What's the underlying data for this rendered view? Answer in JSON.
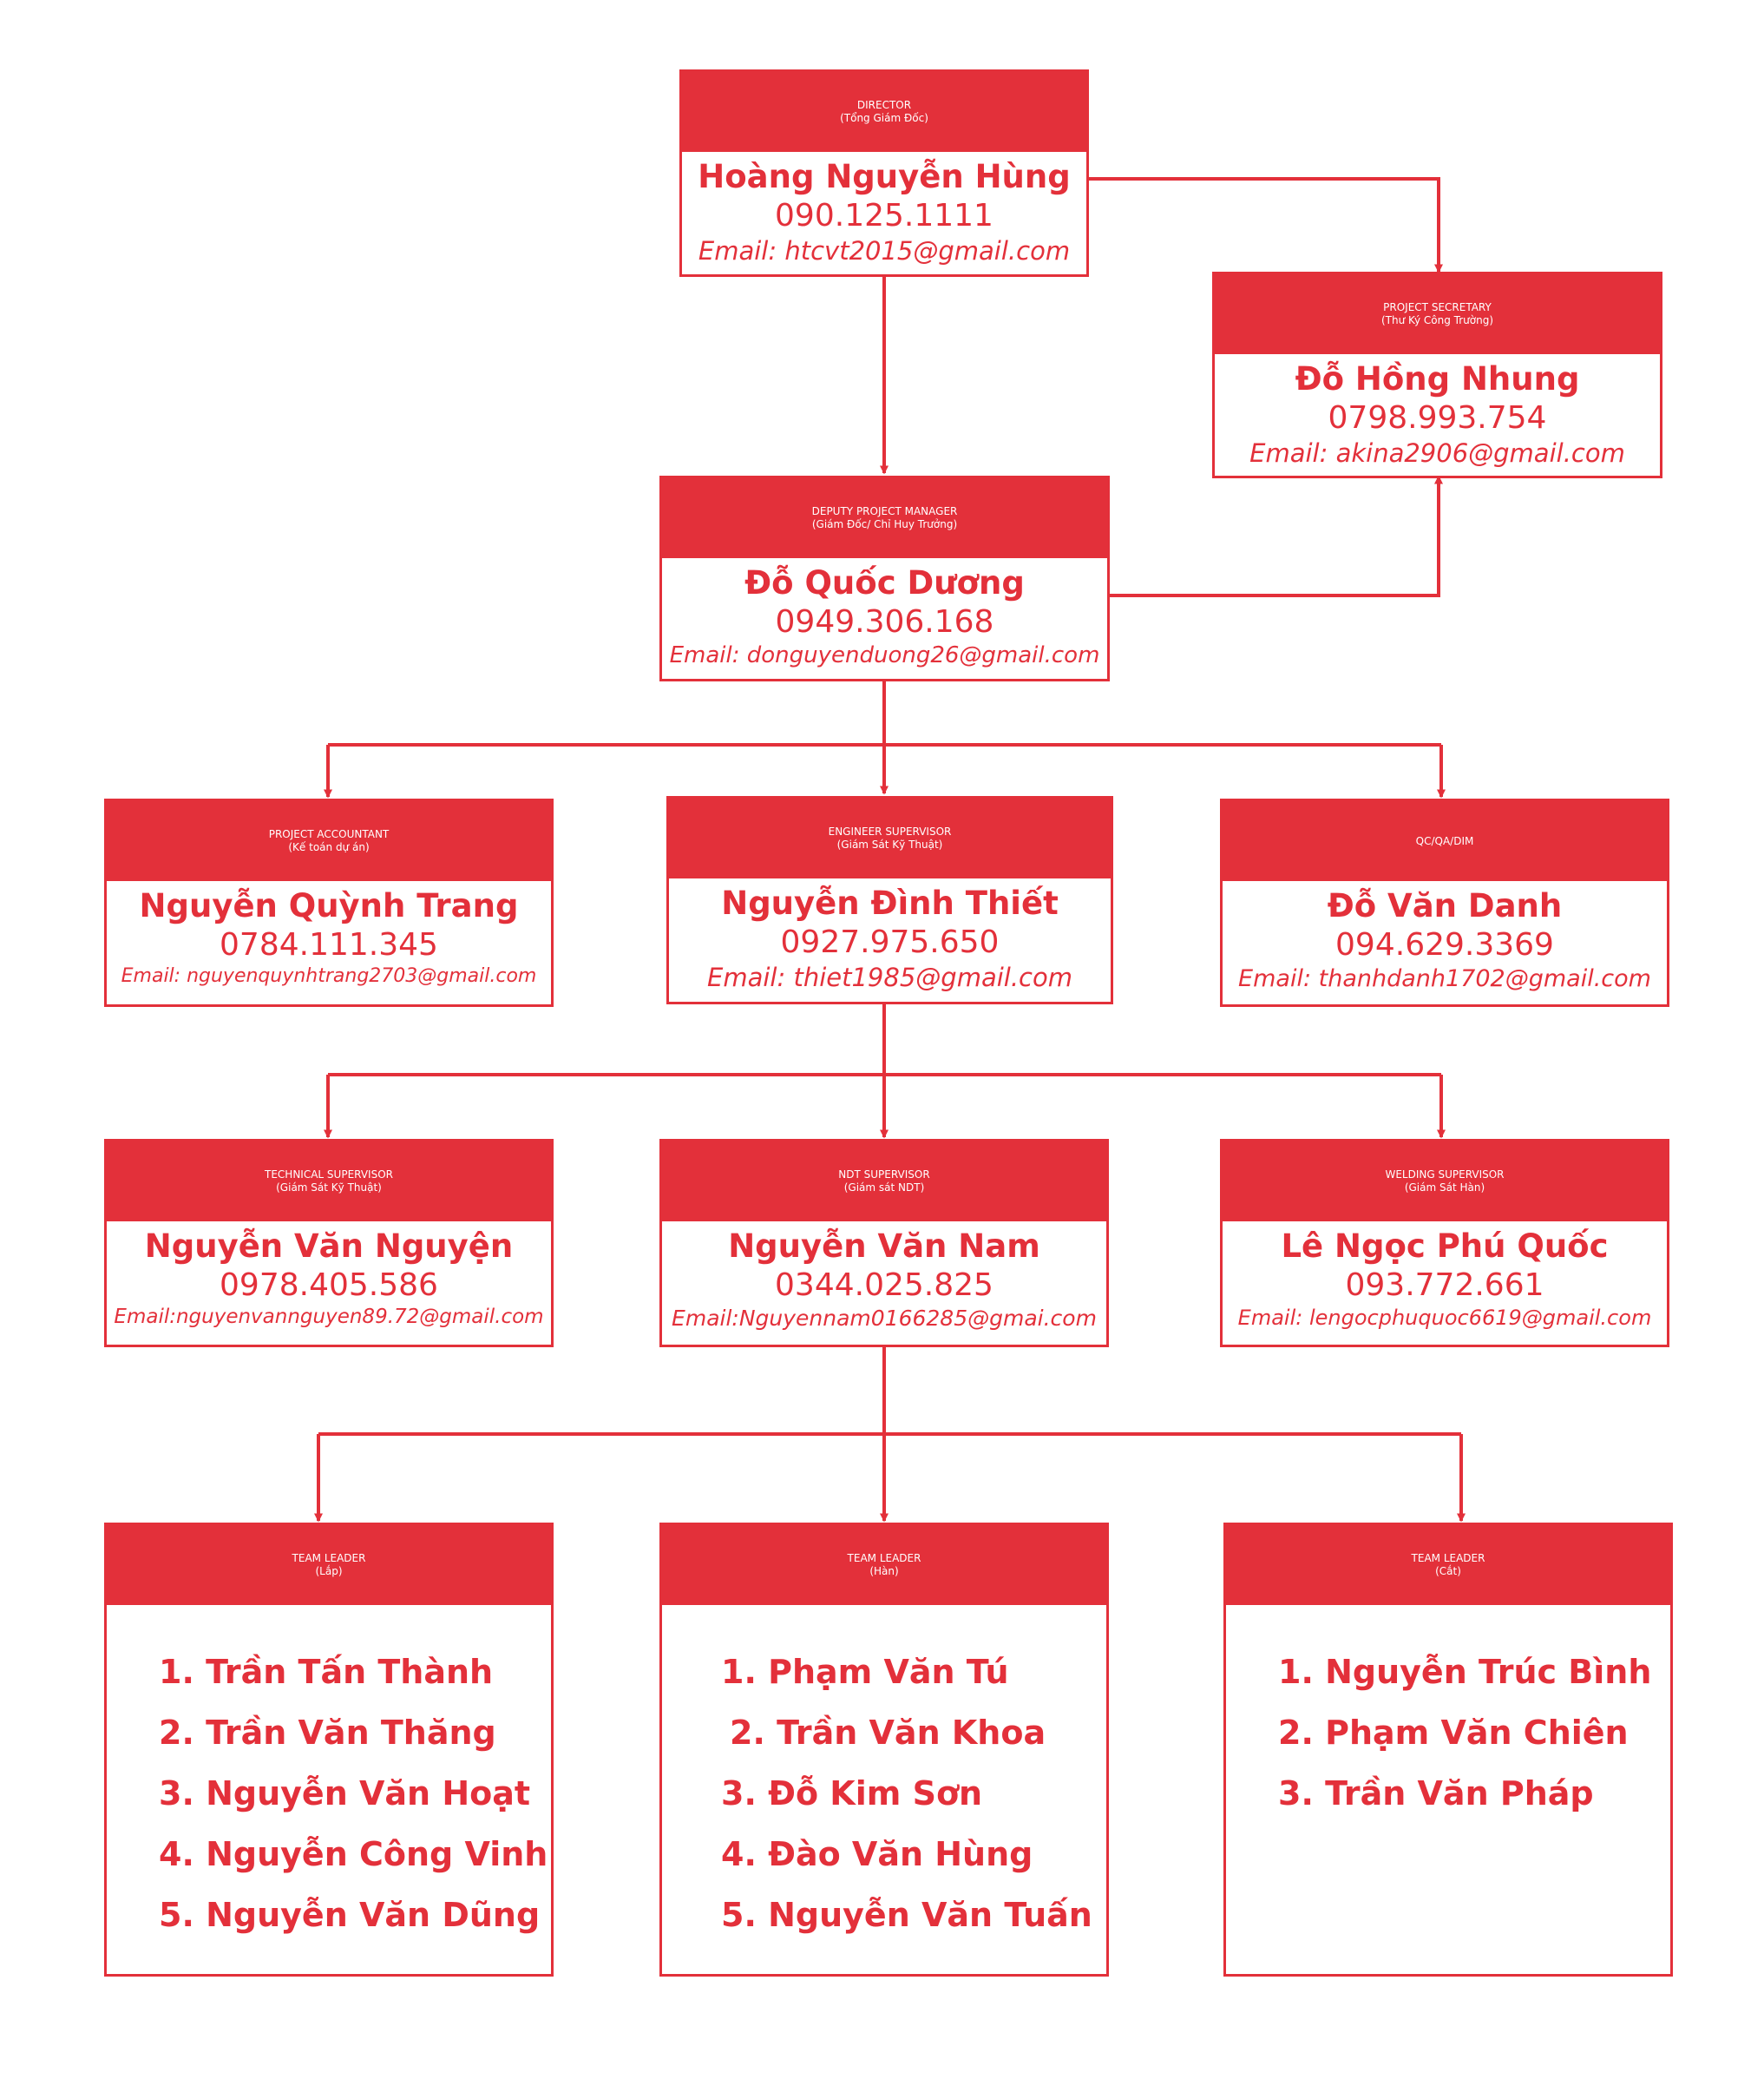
{
  "colors": {
    "accent": "#e3303a",
    "header_text": "#ffffff"
  },
  "director": {
    "title": "DIRECTOR",
    "subtitle": "(Tổng Giám Đốc)",
    "name": "Hoàng Nguyễn Hùng",
    "phone": "090.125.1111",
    "email": "Email: htcvt2015@gmail.com"
  },
  "secretary": {
    "title": "PROJECT SECRETARY",
    "subtitle": "(Thư Ký Công Trường)",
    "name": "Đỗ Hồng Nhung",
    "phone": "0798.993.754",
    "email": "Email: akina2906@gmail.com"
  },
  "deputy": {
    "title": "DEPUTY PROJECT MANAGER",
    "subtitle": "(Giám Đốc/ Chỉ Huy Trưởng)",
    "name": "Đỗ Quốc Dương",
    "phone": "0949.306.168",
    "email": "Email: donguyenduong26@gmail.com"
  },
  "accountant": {
    "title": "PROJECT ACCOUNTANT",
    "subtitle": "(Kế toán dự án)",
    "name": "Nguyễn Quỳnh Trang",
    "phone": "0784.111.345",
    "email": "Email: nguyenquynhtrang2703@gmail.com"
  },
  "engineer": {
    "title": "ENGINEER SUPERVISOR",
    "subtitle": "(Giám Sát Kỹ Thuật)",
    "name": "Nguyễn Đình Thiết",
    "phone": "0927.975.650",
    "email": "Email: thiet1985@gmail.com"
  },
  "qc": {
    "title": "QC/QA/DIM",
    "name": "Đỗ Văn Danh",
    "phone": "094.629.3369",
    "email": "Email: thanhdanh1702@gmail.com"
  },
  "technical": {
    "title": "TECHNICAL SUPERVISOR",
    "subtitle": "(Giám Sát Kỹ Thuật)",
    "name": "Nguyễn Văn Nguyện",
    "phone": "0978.405.586",
    "email": "Email:nguyenvannguyen89.72@gmail.com"
  },
  "ndt": {
    "title": "NDT SUPERVISOR",
    "subtitle": "(Giám sát NDT)",
    "name": "Nguyễn Văn Nam",
    "phone": "0344.025.825",
    "email": "Email:Nguyennam0166285@gmai.com"
  },
  "welding": {
    "title": "WELDING SUPERVISOR",
    "subtitle": "(Giám Sát Hàn)",
    "name": "Lê Ngọc Phú Quốc",
    "phone": "093.772.661",
    "email": "Email: lengocphuquoc6619@gmail.com"
  },
  "team_lap": {
    "title": "TEAM LEADER",
    "subtitle": "(Lắp)",
    "members": [
      "1. Trần Tấn Thành",
      "2. Trần Văn Thăng",
      "3. Nguyễn Văn Hoạt",
      "4. Nguyễn Công Vinh",
      "5. Nguyễn Văn Dũng"
    ]
  },
  "team_han": {
    "title": "TEAM LEADER",
    "subtitle": "(Hàn)",
    "members": [
      "1. Phạm Văn Tú",
      "2. Trần Văn Khoa",
      "3. Đỗ Kim Sơn",
      "4. Đào Văn Hùng",
      "5. Nguyễn Văn Tuấn"
    ]
  },
  "team_cat": {
    "title": "TEAM LEADER",
    "subtitle": "(Cắt)",
    "members": [
      "1. Nguyễn Trúc Bình",
      "2. Phạm Văn Chiên",
      "3. Trần Văn Pháp"
    ]
  }
}
